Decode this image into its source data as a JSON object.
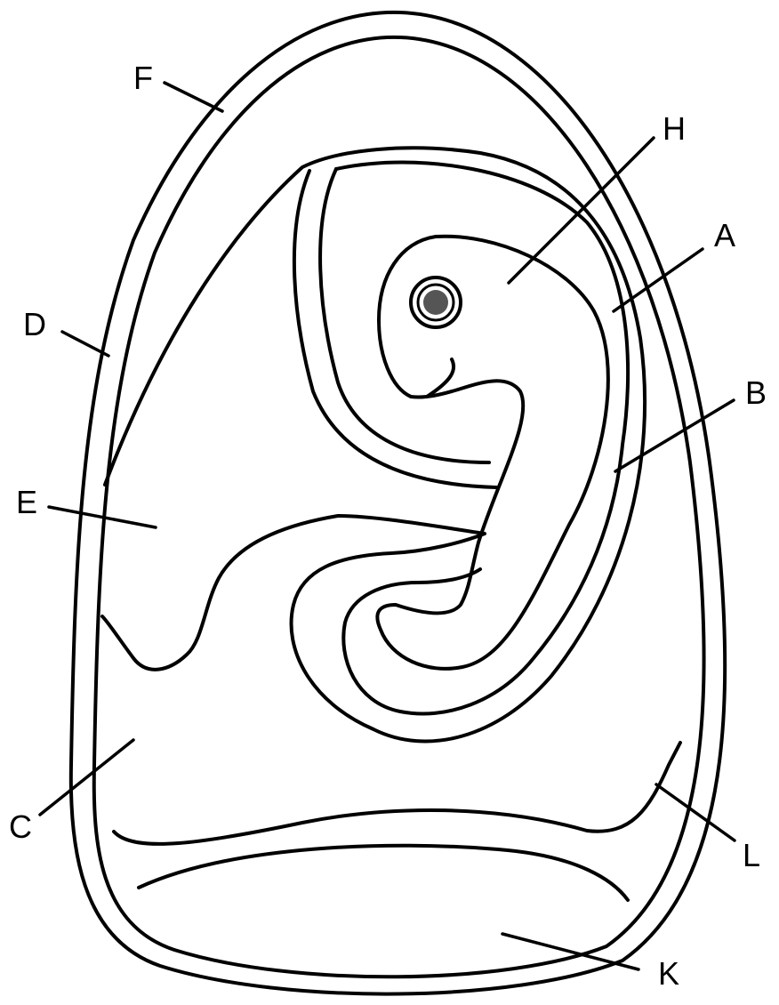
{
  "diagram": {
    "labels": {
      "A": "A",
      "B": "B",
      "C": "C",
      "D": "D",
      "E": "E",
      "F": "F",
      "H": "H",
      "K": "K",
      "L": "L"
    },
    "colors": {
      "stroke": "#000000",
      "eye_outer": "#ffffff",
      "eye_inner": "#555555",
      "background": "#ffffff"
    }
  }
}
